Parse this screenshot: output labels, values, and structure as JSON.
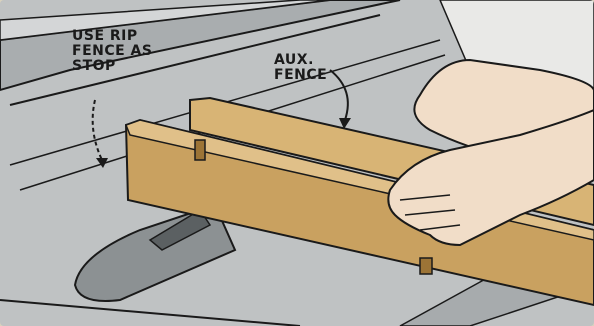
{
  "illustration": {
    "labels": {
      "rip_fence_stop": [
        "USE RIP",
        "FENCE AS",
        "STOP"
      ],
      "aux_fence": [
        "AUX.",
        "FENCE"
      ]
    },
    "colors": {
      "table": "#b9bcbe",
      "table_dark": "#8f9496",
      "wood": "#c49a55",
      "wood_dark": "#9c7436",
      "skin": "#f1ddc8",
      "ink": "#1a1a1a"
    }
  }
}
